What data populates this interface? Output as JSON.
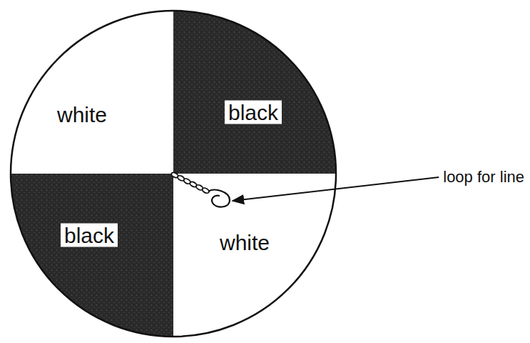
{
  "diagram": {
    "nodes": [
      {
        "text": [
          "white"
        ]
      },
      {
        "text": [
          "black"
        ]
      },
      {
        "text": [
          "black"
        ]
      },
      {
        "text": [
          "white"
        ]
      }
    ],
    "labels": [
      "loop for line"
    ]
  }
}
